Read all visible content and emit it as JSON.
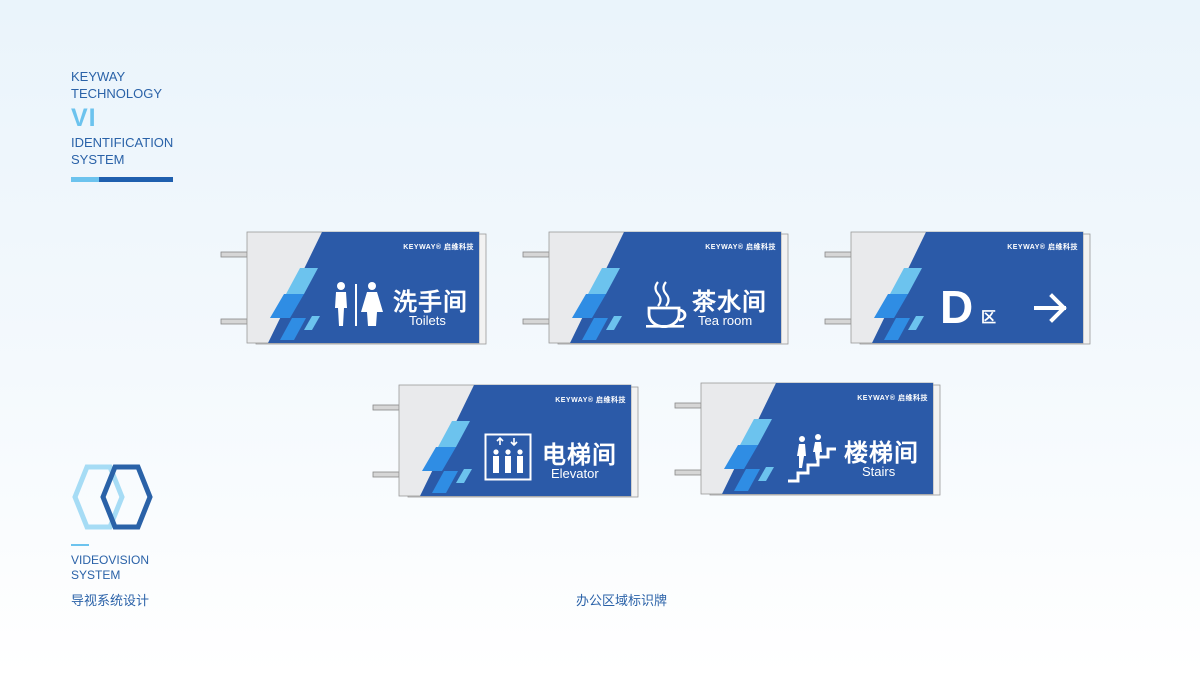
{
  "brand": {
    "line1": "KEYWAY",
    "line2": "TECHNOLOGY",
    "vi": "VI",
    "line3": "IDENTIFICATION",
    "line4": "SYSTEM"
  },
  "video": {
    "line1": "VIDEOVISION",
    "line2": "SYSTEM",
    "cn": "导视系统设计"
  },
  "caption": "办公区域标识牌",
  "logo_text": "KEYWAY® 启维科技",
  "colors": {
    "navy": "#2b5aa8",
    "light_blue": "#6cc3ee",
    "mid_blue": "#2f8de4",
    "panel_gray": "#e9eaec"
  },
  "signs": [
    {
      "cn": "洗手间",
      "en": "Toilets",
      "icon": "restroom-icon"
    },
    {
      "cn": "茶水间",
      "en": "Tea room",
      "icon": "coffee-cup-icon"
    },
    {
      "letter": "D",
      "zone": "区",
      "icon": "arrow-right-icon"
    },
    {
      "cn": "电梯间",
      "en": "Elevator",
      "icon": "elevator-icon"
    },
    {
      "cn": "楼梯间",
      "en": "Stairs",
      "icon": "stairs-icon"
    }
  ]
}
